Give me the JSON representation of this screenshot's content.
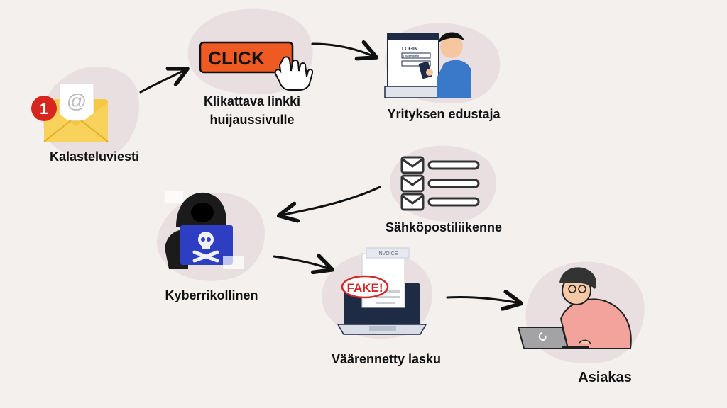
{
  "nodes": {
    "phishing_email": {
      "label": "Kalasteluviesti",
      "badge": "1",
      "icon": "envelope-at-icon"
    },
    "click_link": {
      "label_line1": "Klikattava linkki",
      "label_line2": "huijaussivulle",
      "button_text": "CLICK",
      "icon": "click-hand-icon"
    },
    "company_rep": {
      "label": "Yrityksen edustaja",
      "login_title": "LOGIN",
      "login_user": "username",
      "icon": "person-at-login-screen-icon"
    },
    "email_traffic": {
      "label": "Sähköpostiliikenne",
      "icon": "email-list-icon"
    },
    "cybercriminal": {
      "label": "Kyberrikollinen",
      "icon": "hooded-hacker-laptop-icon"
    },
    "forged_invoice": {
      "label": "Väärennetty lasku",
      "invoice_header": "INVOICE",
      "stamp": "FAKE!",
      "icon": "laptop-fake-invoice-icon"
    },
    "customer": {
      "label": "Asiakas",
      "icon": "person-with-laptop-icon"
    }
  },
  "colors": {
    "background": "#f3f0ee",
    "blob": "#e9dfe1",
    "click_button": "#ef5a23",
    "envelope": "#f6c744",
    "badge": "#d7261e",
    "hacker_laptop": "#2d3ec2",
    "shirt": "#3a78c9",
    "customer_shirt": "#f2a39b"
  }
}
